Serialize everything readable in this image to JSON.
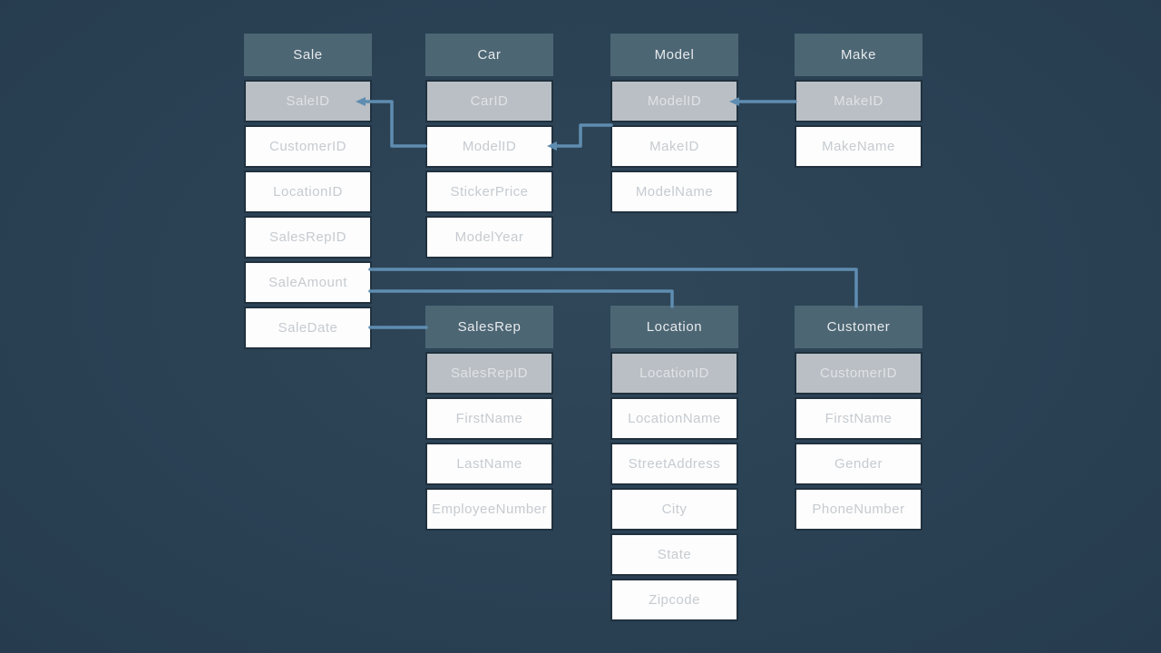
{
  "diagram": {
    "background_color": "#2a4154",
    "connector_color": "#5f8db1",
    "header_color": "#4d6674",
    "pk_row_color": "#b9bfc4",
    "row_color": "#fdfdfd",
    "tables": [
      {
        "id": "sale",
        "title": "Sale",
        "rows": [
          {
            "label": "SaleID",
            "pk": true
          },
          {
            "label": "CustomerID",
            "pk": false
          },
          {
            "label": "LocationID",
            "pk": false
          },
          {
            "label": "SalesRepID",
            "pk": false
          },
          {
            "label": "SaleAmount",
            "pk": false
          },
          {
            "label": "SaleDate",
            "pk": false
          }
        ]
      },
      {
        "id": "car",
        "title": "Car",
        "rows": [
          {
            "label": "CarID",
            "pk": true
          },
          {
            "label": "ModelID",
            "pk": false
          },
          {
            "label": "StickerPrice",
            "pk": false
          },
          {
            "label": "ModelYear",
            "pk": false
          }
        ]
      },
      {
        "id": "model",
        "title": "Model",
        "rows": [
          {
            "label": "ModelID",
            "pk": true
          },
          {
            "label": "MakeID",
            "pk": false
          },
          {
            "label": "ModelName",
            "pk": false
          }
        ]
      },
      {
        "id": "make",
        "title": "Make",
        "rows": [
          {
            "label": "MakeID",
            "pk": true
          },
          {
            "label": "MakeName",
            "pk": false
          }
        ]
      },
      {
        "id": "salesrep",
        "title": "SalesRep",
        "rows": [
          {
            "label": "SalesRepID",
            "pk": true
          },
          {
            "label": "FirstName",
            "pk": false
          },
          {
            "label": "LastName",
            "pk": false
          },
          {
            "label": "EmployeeNumber",
            "pk": false
          }
        ]
      },
      {
        "id": "location",
        "title": "Location",
        "rows": [
          {
            "label": "LocationID",
            "pk": true
          },
          {
            "label": "LocationName",
            "pk": false
          },
          {
            "label": "StreetAddress",
            "pk": false
          },
          {
            "label": "City",
            "pk": false
          },
          {
            "label": "State",
            "pk": false
          },
          {
            "label": "Zipcode",
            "pk": false
          }
        ]
      },
      {
        "id": "customer",
        "title": "Customer",
        "rows": [
          {
            "label": "CustomerID",
            "pk": true
          },
          {
            "label": "FirstName",
            "pk": false
          },
          {
            "label": "Gender",
            "pk": false
          },
          {
            "label": "PhoneNumber",
            "pk": false
          }
        ]
      }
    ],
    "relationships": [
      {
        "from": "Sale.SaleID",
        "to": "Car.ModelID"
      },
      {
        "from": "Car.ModelID",
        "to": "Model.ModelID"
      },
      {
        "from": "Model.ModelID",
        "to": "Make.MakeID"
      },
      {
        "from": "Sale.SaleAmount",
        "to": "Customer"
      },
      {
        "from": "Sale.SaleAmount",
        "to": "Location"
      },
      {
        "from": "Sale.SaleDate",
        "to": "SalesRep"
      }
    ]
  }
}
